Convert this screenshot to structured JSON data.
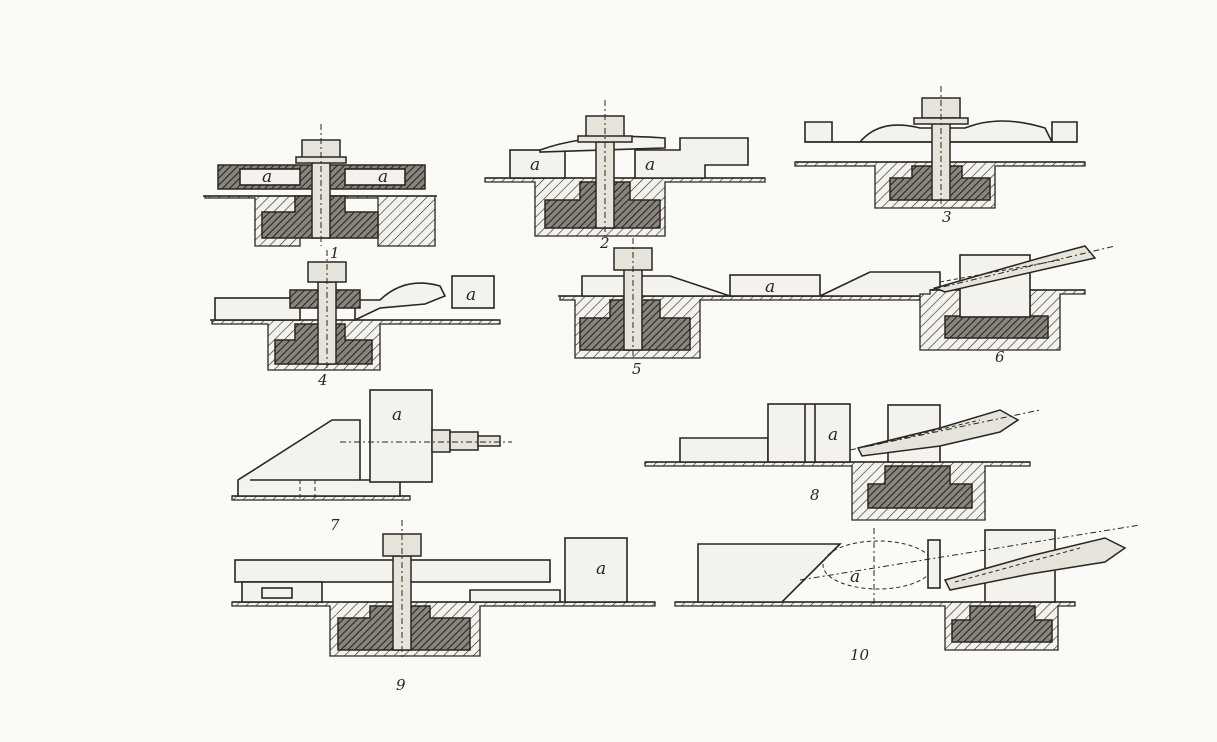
{
  "figure": {
    "part_marker": "a",
    "fixtures": [
      {
        "id": "1",
        "label": "1"
      },
      {
        "id": "2",
        "label": "2"
      },
      {
        "id": "3",
        "label": "3"
      },
      {
        "id": "4",
        "label": "4"
      },
      {
        "id": "5",
        "label": "5"
      },
      {
        "id": "6",
        "label": "6"
      },
      {
        "id": "7",
        "label": "7"
      },
      {
        "id": "8",
        "label": "8"
      },
      {
        "id": "9",
        "label": "9"
      },
      {
        "id": "10",
        "label": "10"
      }
    ]
  }
}
